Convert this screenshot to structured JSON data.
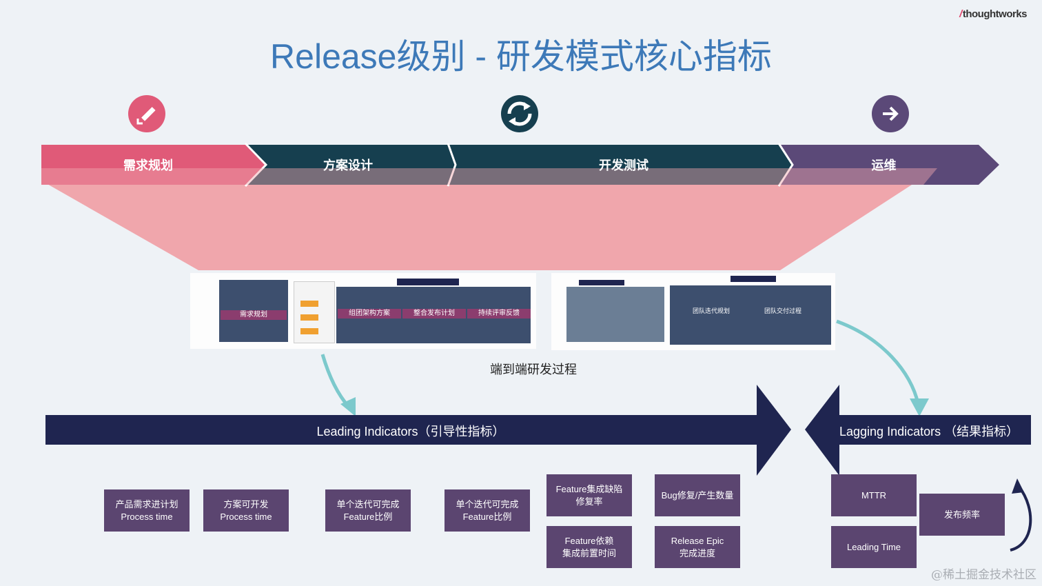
{
  "title": "Release级别 - 研发模式核心指标",
  "logo": "thoughtworks",
  "stages": [
    {
      "label": "需求规划",
      "color": "#e05a78"
    },
    {
      "label": "方案设计",
      "color": "#163f4f"
    },
    {
      "label": "开发测试",
      "color": "#163f4f"
    },
    {
      "label": "运维",
      "color": "#5b4978"
    }
  ],
  "icons": {
    "pencil": "pencil-icon",
    "sync": "sync-icon",
    "arrow": "arrow-right-icon"
  },
  "caption": "端到端研发过程",
  "leading_label": "Leading Indicators（引导性指标）",
  "lagging_label": "Lagging Indicators （结果指标）",
  "thumbnails": {
    "left_labels": [
      "需求规划",
      "组团架构方案",
      "整合发布计划",
      "持续评审反馈"
    ],
    "right_labels": [
      "团队迭代规划",
      "团队交付过程"
    ]
  },
  "metrics": [
    {
      "line1": "产品需求进计划",
      "line2": "Process time"
    },
    {
      "line1": "方案可开发",
      "line2": "Process time"
    },
    {
      "line1": "单个迭代可完成",
      "line2": "Feature比例"
    },
    {
      "line1": "单个迭代可完成",
      "line2": "Feature比例"
    },
    {
      "line1": "Feature集成缺陷",
      "line2": "修复率"
    },
    {
      "line1": "Feature依赖",
      "line2": "集成前置时间"
    },
    {
      "line1": "Bug修复/产生数量",
      "line2": ""
    },
    {
      "line1": "Release Epic",
      "line2": "完成进度"
    },
    {
      "line1": "MTTR",
      "line2": ""
    },
    {
      "line1": "Leading Time",
      "line2": ""
    },
    {
      "line1": "发布频率",
      "line2": ""
    }
  ],
  "watermark": "@稀土掘金技术社区",
  "colors": {
    "pink": "#e05a78",
    "teal": "#163f4f",
    "purple": "#5b4978",
    "navy": "#1f2550",
    "box": "#5b4570",
    "funnel": "#f0a6ac",
    "curve": "#7cc9cc"
  }
}
